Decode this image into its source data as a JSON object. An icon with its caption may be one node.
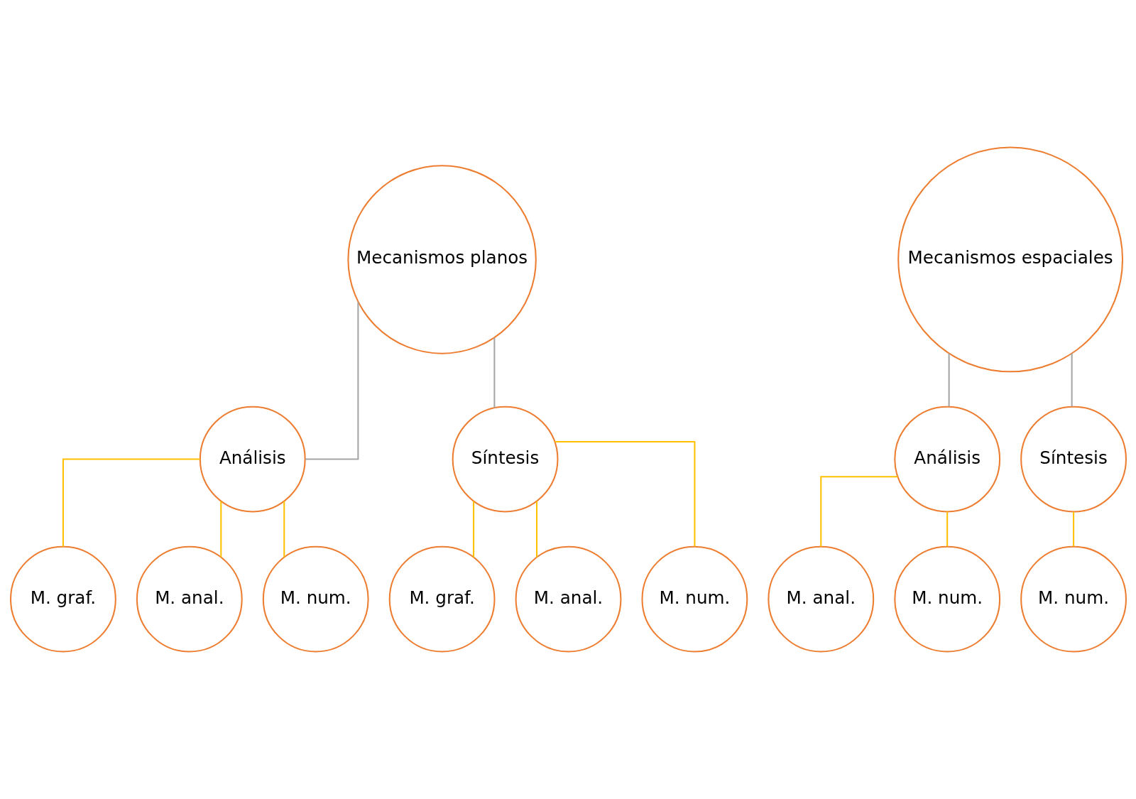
{
  "diagram": {
    "nodes": [
      {
        "text": [
          "Mecanismos planos"
        ]
      },
      {
        "text": [
          "Análisis"
        ]
      },
      {
        "text": [
          "Síntesis"
        ]
      },
      {
        "text": [
          "M. graf."
        ]
      },
      {
        "text": [
          "M. anal."
        ]
      },
      {
        "text": [
          "M. num."
        ]
      },
      {
        "text": [
          "M. graf."
        ]
      },
      {
        "text": [
          "M. anal."
        ]
      },
      {
        "text": [
          "M. num."
        ]
      },
      {
        "text": [
          "Mecanismos espaciales"
        ]
      },
      {
        "text": [
          "Análisis"
        ]
      },
      {
        "text": [
          "Síntesis"
        ]
      },
      {
        "text": [
          "M. anal."
        ]
      },
      {
        "text": [
          "M. num."
        ]
      },
      {
        "text": [
          "M. num."
        ]
      }
    ],
    "edges": [
      {
        "from": 0,
        "to": 1,
        "arrow": "none",
        "color": "#a5a5a5"
      },
      {
        "from": 0,
        "to": 2,
        "arrow": "none",
        "color": "#a5a5a5"
      },
      {
        "from": 1,
        "to": 3,
        "arrow": "none"
      },
      {
        "from": 1,
        "to": 4,
        "arrow": "none"
      },
      {
        "from": 1,
        "to": 5,
        "arrow": "none"
      },
      {
        "from": 2,
        "to": 6,
        "arrow": "none"
      },
      {
        "from": 2,
        "to": 7,
        "arrow": "none"
      },
      {
        "from": 2,
        "to": 8,
        "arrow": "none"
      },
      {
        "from": 9,
        "to": 10,
        "arrow": "none",
        "color": "#a5a5a5"
      },
      {
        "from": 9,
        "to": 11,
        "arrow": "none",
        "color": "#a5a5a5"
      },
      {
        "from": 10,
        "to": 12,
        "arrow": "none"
      },
      {
        "from": 10,
        "to": 13,
        "arrow": "none"
      },
      {
        "from": 11,
        "to": 14,
        "arrow": "none"
      }
    ]
  }
}
